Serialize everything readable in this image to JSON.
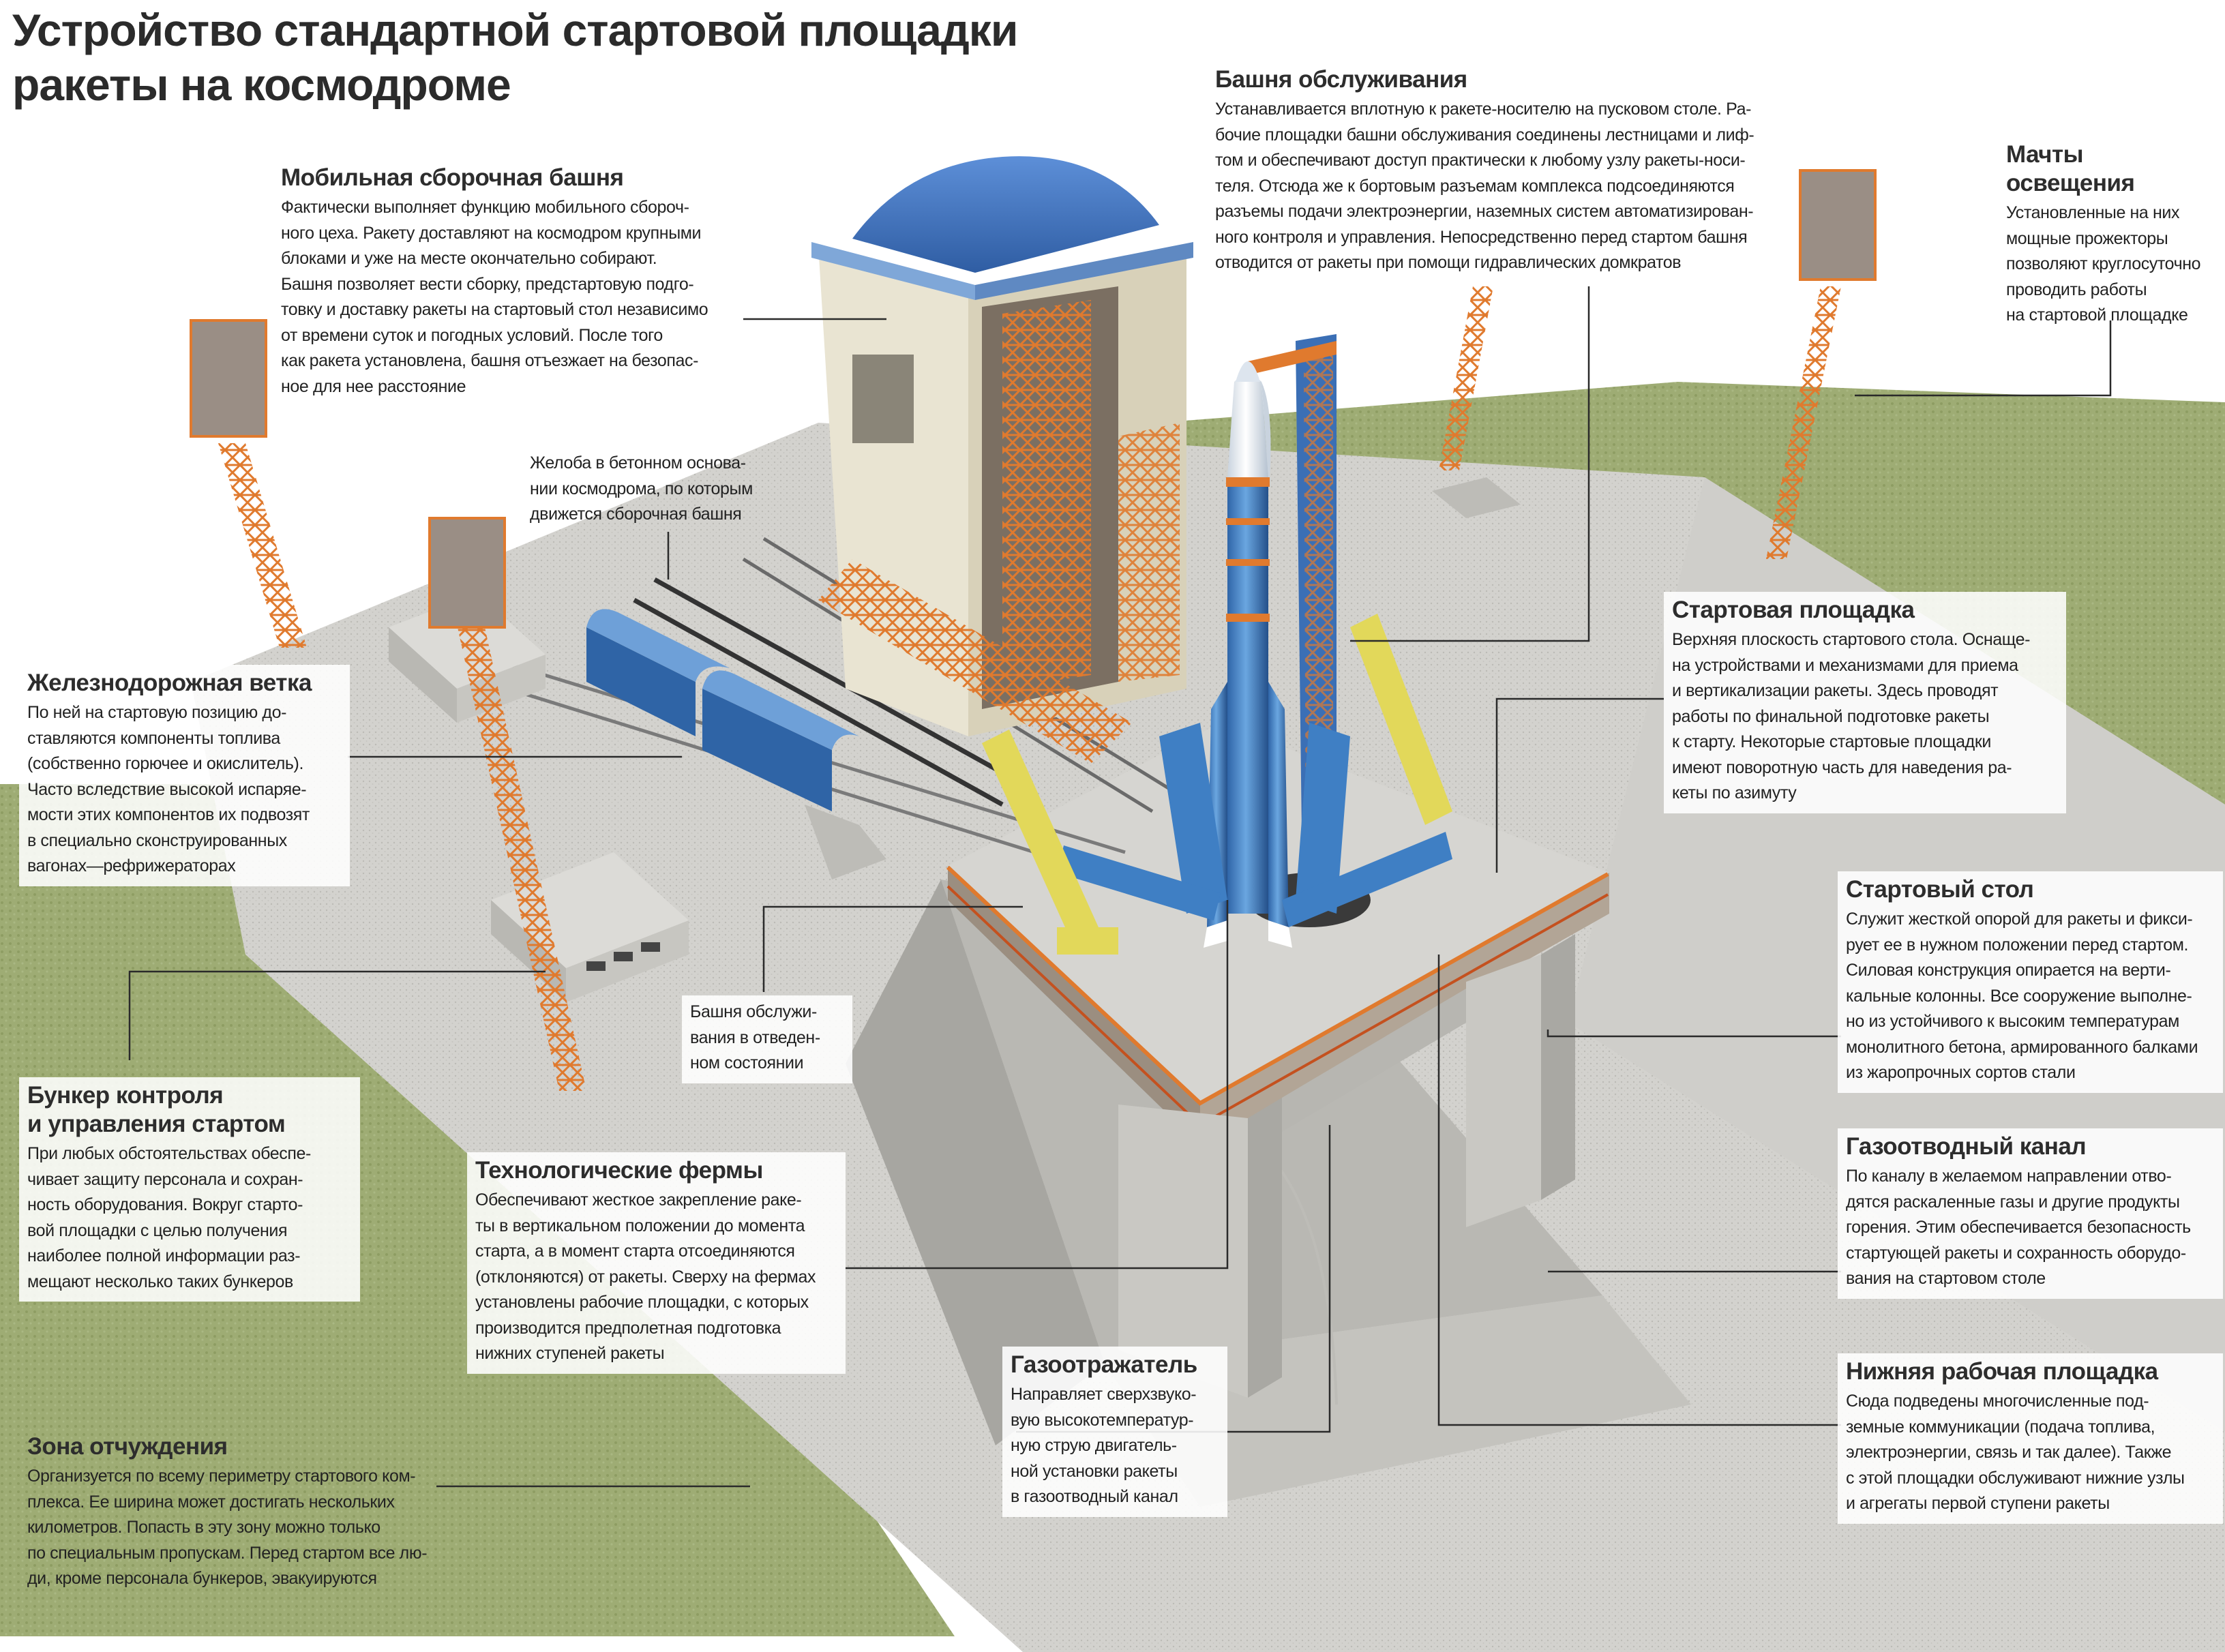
{
  "title": "Устройство стандартной стартовой площадки\nракеты на космодроме",
  "callouts": {
    "assembly_tower": {
      "heading": "Мобильная сборочная башня",
      "text": "Фактически выполняет функцию мобильного сбороч-\nного цеха. Ракету доставляют на космодром крупными\nблоками и уже на месте окончательно собирают.\nБашня позволяет вести сборку, предстартовую подго-\nтовку и доставку ракеты на стартовый стол независимо\nот времени суток и погодных условий. После того\nкак ракета установлена, башня отъезжает на безопас-\nное для нее расстояние"
    },
    "service_tower": {
      "heading": "Башня обслуживания",
      "text": "Устанавливается вплотную к ракете-носителю на пусковом столе. Ра-\nбочие площадки башни обслуживания соединены лестницами и лиф-\nтом и обеспечивают доступ практически к любому узлу ракеты-носи-\nтеля. Отсюда же к бортовым разъемам комплекса подсоединяются\nразъемы подачи электроэнергии, наземных систем автоматизирован-\nного контроля и управления. Непосредственно перед стартом башня\nотводится от  ракеты при помощи гидравлических домкратов"
    },
    "light_masts": {
      "heading": "Мачты освещения",
      "text": "Установленные на них\nмощные прожекторы\nпозволяют круглосуточно\nпроводить работы\nна стартовой площадке"
    },
    "grooves": {
      "text": "Желоба в бетонном основа-\nнии космодрома, по которым\nдвижется сборочная башня"
    },
    "railway": {
      "heading": "Железнодорожная ветка",
      "text": "По ней на стартовую позицию до-\nставляются компоненты топлива\n(собственно горючее и окислитель).\nЧасто вследствие высокой испаряе-\nмости этих компонентов их подвозят\nв специально сконструированных\nвагонах—рефрижераторах"
    },
    "launch_pad": {
      "heading": "Стартовая площадка",
      "text": "Верхняя плоскость стартового стола. Оснаще-\nна устройствами и механизмами для приема\nи вертикализации ракеты. Здесь проводят\nработы по финальной подготовке ракеты\nк старту. Некоторые стартовые площадки\nимеют поворотную часть для наведения ра-\nкеты по азимуту"
    },
    "launch_table": {
      "heading": "Стартовый стол",
      "text": "Служит жесткой опорой для ракеты и фикси-\nрует ее в нужном положении перед стартом.\nСиловая конструкция опирается на верти-\nкальные колонны. Все сооружение выполне-\nно из устойчивого к высоким температурам\nмонолитного бетона, армированного балками\nиз жаропрочных сортов стали"
    },
    "tower_retracted": {
      "text": "Башня обслужи-\nвания в отведен-\nном состоянии"
    },
    "bunker": {
      "heading": "Бункер контроля\nи управления стартом",
      "text": "При любых обстоятельствах обеспе-\nчивает защиту персонала и сохран-\nность оборудования. Вокруг старто-\nвой площадки с целью получения\nнаиболее полной информации раз-\nмещают несколько таких бункеров"
    },
    "tech_trusses": {
      "heading": "Технологические фермы",
      "text": "Обеспечивают жесткое закрепление раке-\nты в вертикальном положении до  момента\nстарта, а в момент старта отсоединяются\n(отклоняются) от ракеты. Сверху на фермах\nустановлены рабочие площадки, с которых\nпроизводится предполетная подготовка\nнижних ступеней ракеты"
    },
    "gas_channel": {
      "heading": "Газоотводный канал",
      "text": "По каналу в желаемом направлении отво-\nдятся раскаленные газы и другие продукты\nгорения. Этим обеспечивается безопасность\nстартующей ракеты и сохранность оборудо-\nвания на стартовом столе"
    },
    "gas_deflector": {
      "heading": "Газоотражатель",
      "text": "Направляет сверхзвуко-\nвую высокотемператур-\nную струю двигатель-\nной установки ракеты\nв газоотводный канал"
    },
    "lower_platform": {
      "heading": "Нижняя рабочая площадка",
      "text": "Сюда подведены многочисленные под-\nземные коммуникации (подача топлива,\nэлектроэнергии, связь и так далее). Также\nс этой площадки обслуживают нижние узлы\nи агрегаты первой ступени ракеты"
    },
    "exclusion_zone": {
      "heading": "Зона отчуждения",
      "text": "Организуется по всему периметру стартового ком-\nплекса. Ее ширина может достигать нескольких\nкилометров. Попасть в эту зону можно только\nпо специальным пропускам. Перед стартом все лю-\nди, кроме персонала бункеров, эвакуируются"
    }
  },
  "colors": {
    "concrete": "#d9d8d4",
    "grass": "#9aa96f",
    "rocket_blue": "#3f7fc4",
    "rocket_white": "#eef2f6",
    "orange_truss": "#e07a2e",
    "tower_beige": "#e8e2cf",
    "dome_blue": "#3d6fb8",
    "yellow_truss": "#e2d85a",
    "leader_line": "#2a2a2a"
  }
}
